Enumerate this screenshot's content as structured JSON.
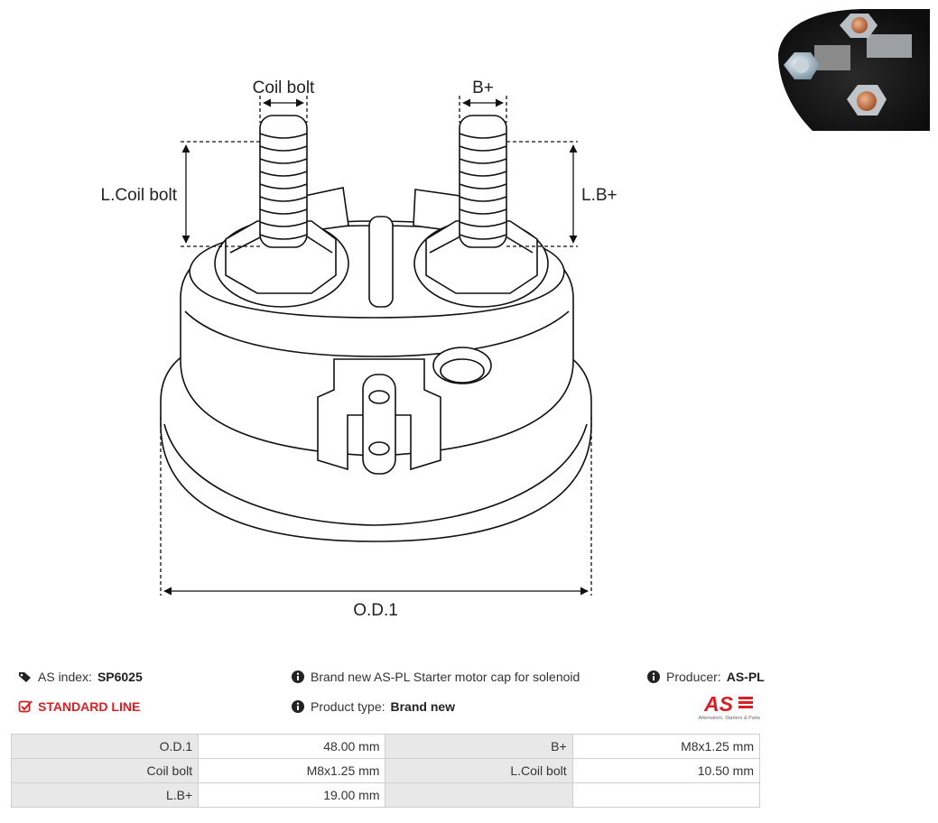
{
  "drawing": {
    "labels": {
      "coil_bolt": "Coil bolt",
      "b_plus": "B+",
      "l_coil_bolt": "L.Coil bolt",
      "l_b_plus": "L.B+",
      "od1": "O.D.1"
    }
  },
  "product": {
    "as_index_label": "AS index:",
    "as_index_value": "SP6025",
    "line": "STANDARD LINE",
    "description": "Brand new AS-PL Starter motor cap for solenoid",
    "product_type_label": "Product type:",
    "product_type_value": "Brand new",
    "producer_label": "Producer:",
    "producer_value": "AS-PL"
  },
  "logo": {
    "mark": "AS",
    "tagline": "Alternators, Starters & Parts",
    "color": "#d81f26"
  },
  "specs": [
    [
      {
        "label": "O.D.1",
        "value": "48.00 mm"
      },
      {
        "label": "B+",
        "value": "M8x1.25 mm"
      }
    ],
    [
      {
        "label": "Coil bolt",
        "value": "M8x1.25 mm"
      },
      {
        "label": "L.Coil bolt",
        "value": "10.50 mm"
      }
    ],
    [
      {
        "label": "L.B+",
        "value": "19.00 mm"
      },
      {
        "label": "",
        "value": ""
      }
    ]
  ]
}
